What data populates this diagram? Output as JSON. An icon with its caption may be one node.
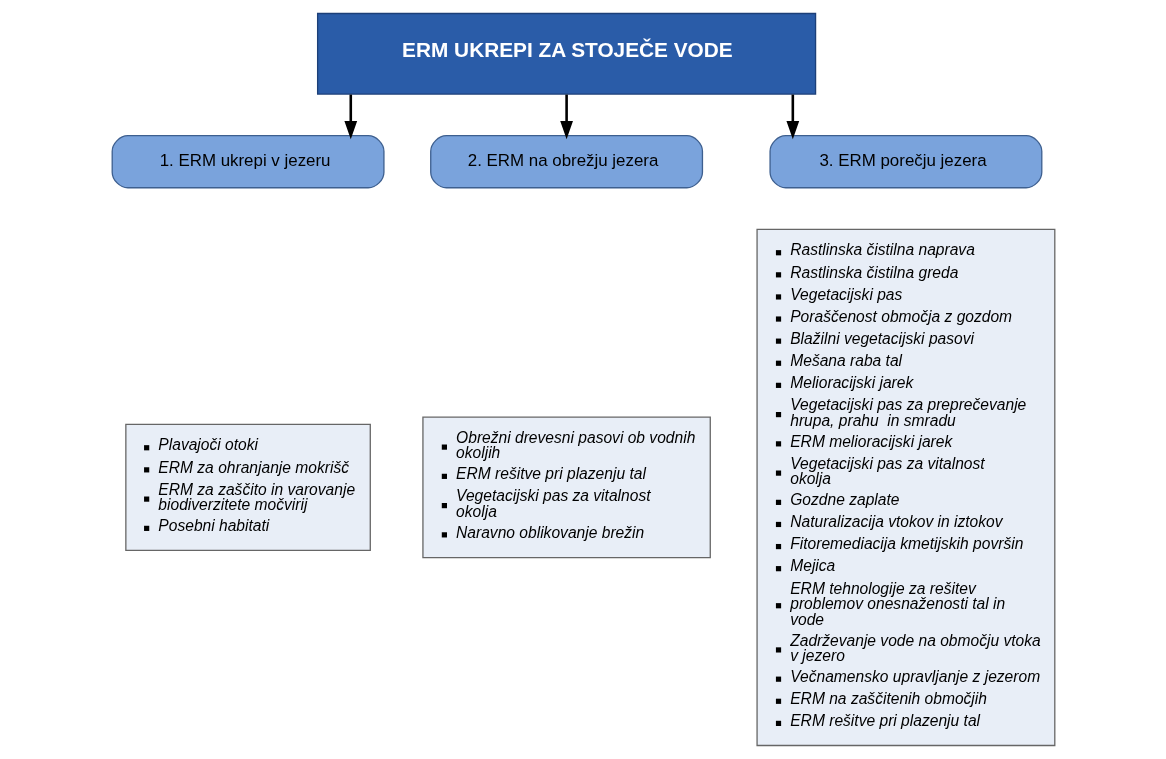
{
  "diagram": {
    "nodes": [
      {
        "text": [
          "ERM UKREPI ZA STOJEČE VODE"
        ]
      },
      {
        "text": [
          "1. ERM ukrepi v jezeru"
        ]
      },
      {
        "text": [
          "2. ERM na obrežju jezera"
        ]
      },
      {
        "text": [
          "3. ERM porečju jezera"
        ]
      },
      {
        "text": [
          "Plavajoči otoki",
          "ERM za ohranjanje mokrišč",
          "ERM za zaščito in varovanje biodiverzitete močvirij",
          "Posebni habitati"
        ]
      },
      {
        "text": [
          "Obrežni drevesni pasovi ob vodnih okoljih",
          "ERM rešitve pri plazenju tal",
          "Vegetacijski pas za vitalnost okolja",
          "Naravno oblikovanje brežin"
        ]
      },
      {
        "text": [
          "Rastlinska čistilna naprava",
          "Rastlinska čistilna greda",
          "Vegetacijski pas",
          "Poraščenost območja z gozdom",
          "Blažilni vegetacijski pasovi",
          "Mešana raba tal",
          "Melioracijski jarek",
          "Vegetacijski pas za preprečevanje hrupa, prahu  in smradu",
          "ERM melioracijski jarek",
          "Vegetacijski pas za vitalnost okolja",
          "Gozdne zaplate",
          "Naturalizacija vtokov in iztokov",
          "Fitoremediacija kmetijskih površin",
          "Mejica",
          "ERM tehnologije za rešitev problemov onesnaženosti tal in vode",
          "Zadrževanje vode na območju vtoka v jezero",
          "Večnamensko upravljanje z jezerom",
          "ERM na zaščitenih območjih",
          "ERM rešitve pri plazenju tal"
        ]
      }
    ],
    "edges": [
      {
        "from": 0,
        "to": 1,
        "arrow": "to"
      },
      {
        "from": 0,
        "to": 2,
        "arrow": "to"
      },
      {
        "from": 0,
        "to": 3,
        "arrow": "to"
      }
    ]
  }
}
